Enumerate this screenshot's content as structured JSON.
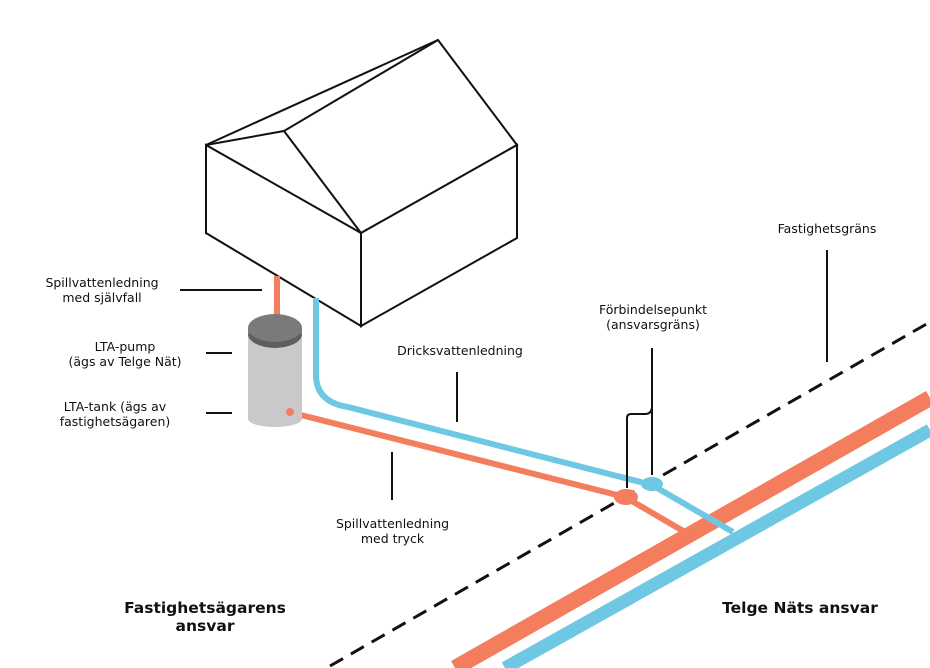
{
  "labels": {
    "spillvatten_sjalvfall": [
      "Spillvattenledning",
      "med självfall"
    ],
    "lta_pump": [
      "LTA-pump",
      "(ägs av Telge Nät)"
    ],
    "lta_tank": [
      "LTA-tank (ägs av",
      "fastighetsägaren)"
    ],
    "dricksvatten": "Dricksvattenledning",
    "spillvatten_tryck": [
      "Spillvattenledning",
      "med tryck"
    ],
    "forbindelsepunkt": [
      "Förbindelsepunkt",
      "(ansvarsgräns)"
    ],
    "fastighetsgrans": "Fastighetsgräns",
    "fastighetsagarens_ansvar": [
      "Fastighetsägarens",
      "ansvar"
    ],
    "telge_nats_ansvar": "Telge Näts ansvar"
  },
  "colors": {
    "wastewater": "#f47d5e",
    "drinking_water": "#6ec8e4",
    "tank_body": "#c9c9c9",
    "tank_lid": "#7a7a7a",
    "outline": "#111111"
  },
  "icons": {
    "house": "house-outline",
    "tank": "lta-tank-cylinder"
  }
}
